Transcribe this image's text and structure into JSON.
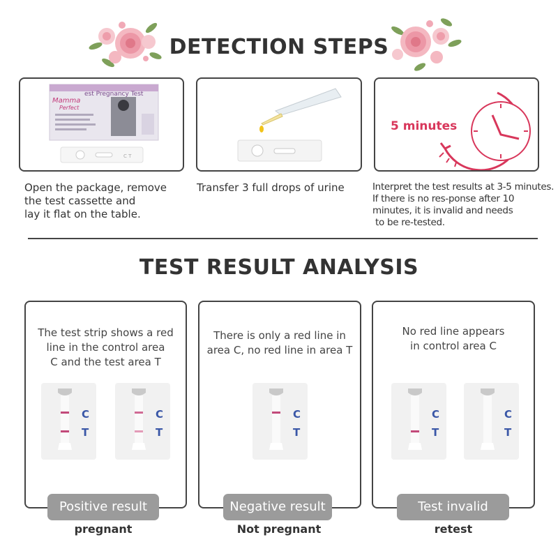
{
  "detection": {
    "title": "DETECTION STEPS",
    "steps": [
      {
        "lines": [
          "Open the package, remove",
          "the test cassette and",
          "lay it flat on the table."
        ],
        "package": {
          "brand_line1": "Mamma",
          "brand_line2": "Perfect",
          "product": "est Pregnancy Test",
          "cassette_marks": "C T"
        }
      },
      {
        "lines": [
          "Transfer 3 full drops of urine"
        ]
      },
      {
        "badge": "5 minutes",
        "lines": [
          "Interpret the test results at 3-5 minutes.",
          "If there is no res-ponse after 10",
          "minutes, it is invalid and needs",
          "to be re-tested."
        ]
      }
    ]
  },
  "analysis": {
    "title": "TEST RESULT ANALYSIS",
    "results": [
      {
        "desc": [
          "The test strip shows a red",
          "line in the control area",
          "C and the test area T"
        ],
        "label": "Positive result",
        "meaning": "pregnant"
      },
      {
        "desc": [
          "There is only a red line in",
          "area C, no red line in area T"
        ],
        "label": "Negative result",
        "meaning": "Not pregnant"
      },
      {
        "desc": [
          "No red line appears",
          "in control area C"
        ],
        "label": "Test invalid",
        "meaning": "retest"
      }
    ],
    "letters": {
      "control": "C",
      "test": "T"
    }
  },
  "colors": {
    "accent_red": "#d8375b",
    "letter_blue": "#3a57a7",
    "pill_gray": "#9b9b9b"
  }
}
